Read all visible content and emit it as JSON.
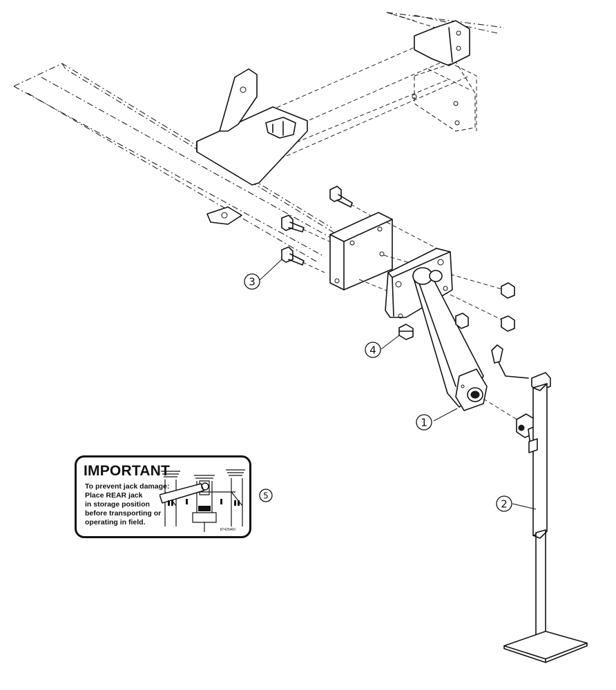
{
  "callouts": [
    {
      "id": "callout-1",
      "label": "1"
    },
    {
      "id": "callout-2",
      "label": "2"
    },
    {
      "id": "callout-3",
      "label": "3"
    },
    {
      "id": "callout-4",
      "label": "4"
    },
    {
      "id": "callout-5",
      "label": "5"
    }
  ],
  "decal": {
    "title": "IMPORTANT",
    "lines": [
      "To prevent jack damage:",
      "Place REAR jack",
      "in storage position",
      "before transporting or",
      "operating in field."
    ],
    "part_number": "87425460"
  }
}
